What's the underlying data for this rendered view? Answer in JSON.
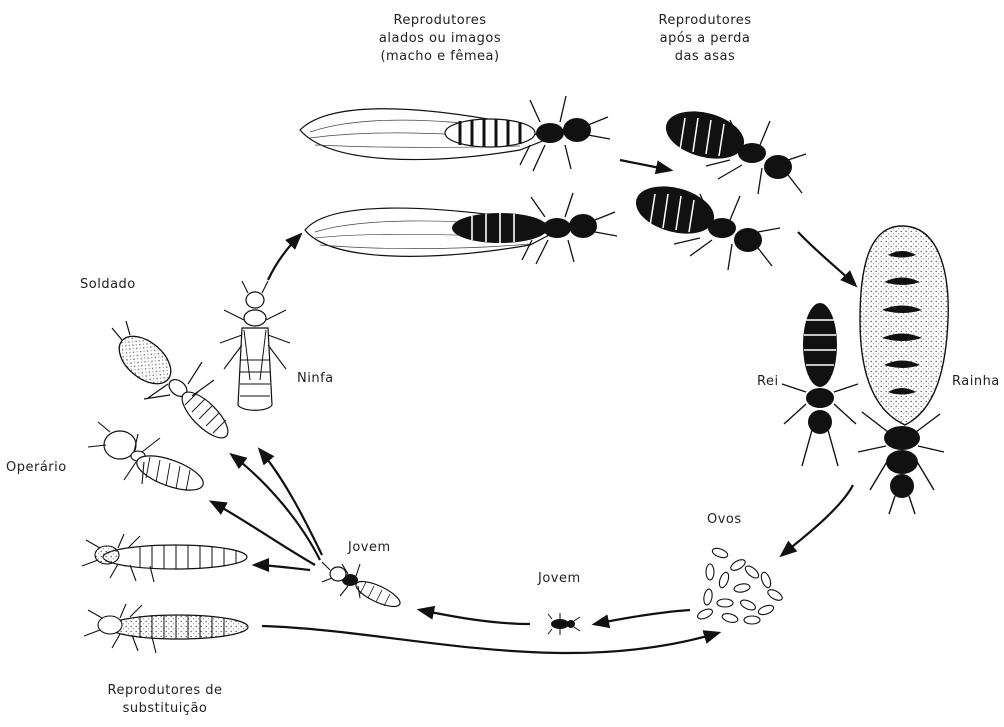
{
  "labels": {
    "winged": [
      "Reprodutores",
      "alados ou imagos",
      "(macho e fêmea)"
    ],
    "dealated": [
      "Reprodutores",
      "após a perda",
      "das  asas"
    ],
    "rainha": "Rainha",
    "rei": "Rei",
    "ovos": "Ovos",
    "jovem_right": "Jovem",
    "jovem_center": "Jovem",
    "ninfa": "Ninfa",
    "soldado": "Soldado",
    "operario": "Operário",
    "substitutes": [
      "Reprodutores de",
      "substituição"
    ]
  },
  "icons": [
    "winged-termite-icon",
    "dealated-termite-icon",
    "queen-termite-icon",
    "king-termite-icon",
    "eggs-icon",
    "young-termite-icon",
    "nymph-icon",
    "soldier-icon",
    "worker-icon",
    "replacement-reproductive-icon"
  ]
}
